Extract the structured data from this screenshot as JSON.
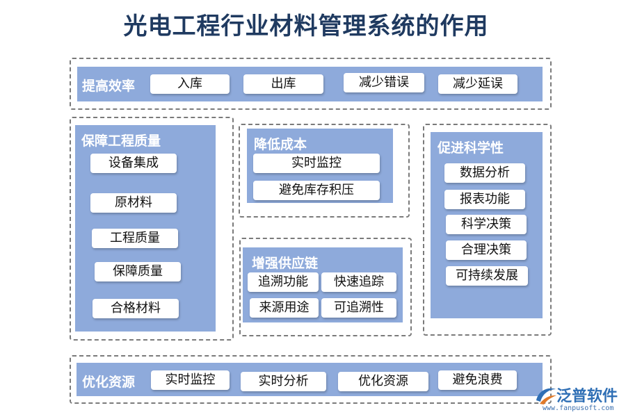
{
  "title": "光电工程行业材料管理系统的作用",
  "sections": {
    "efficiency": {
      "title": "提高效率",
      "items": [
        "入库",
        "出库",
        "减少错误",
        "减少延误"
      ]
    },
    "quality": {
      "title": "保障工程质量",
      "items": [
        "设备集成",
        "原材料",
        "工程质量",
        "保障质量",
        "合格材料"
      ]
    },
    "cost": {
      "title": "降低成本",
      "items": [
        "实时监控",
        "避免库存积压"
      ]
    },
    "supply": {
      "title": "增强供应链",
      "items": [
        "追溯功能",
        "快速追踪",
        "来源用途",
        "可追溯性"
      ]
    },
    "science": {
      "title": "促进科学性",
      "items": [
        "数据分析",
        "报表功能",
        "科学决策",
        "合理决策",
        "可持续发展"
      ]
    },
    "resources": {
      "title": "优化资源",
      "items": [
        "实时监控",
        "实时分析",
        "优化资源",
        "避免浪费"
      ]
    }
  },
  "logo": {
    "text": "泛普软件",
    "url": "www.fanpusoft.com"
  },
  "colors": {
    "panel": "#8eaadb",
    "title": "#1f3a60",
    "logo": "#2f6fb5"
  }
}
